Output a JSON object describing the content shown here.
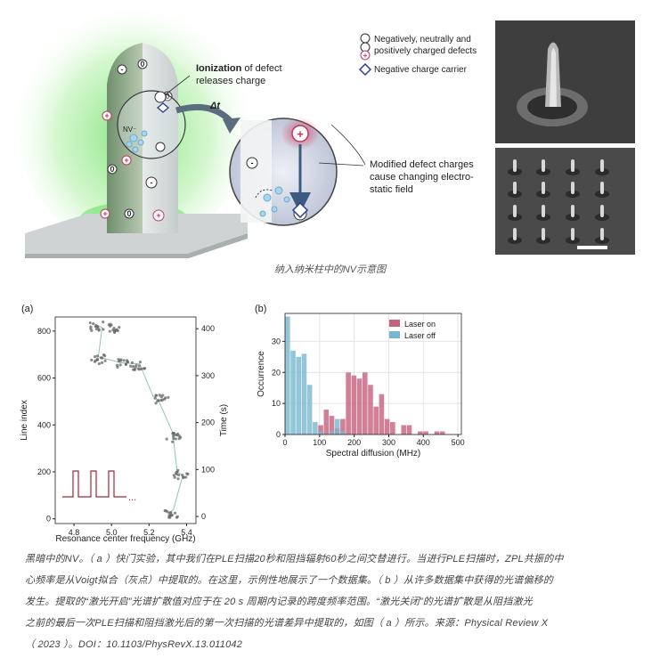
{
  "schematic": {
    "legend": {
      "defects": "Negatively, neutrally and\npositively charged defects",
      "carrier": "Negative charge carrier"
    },
    "ionization_bold": "Ionization",
    "ionization_rest": " of defect",
    "ionization_line2": "releases charge",
    "delta_t": "Δt",
    "nv_label": "NV⁻",
    "modified_label": "Modified defect charges\ncause changing electro-\nstatic field"
  },
  "top_caption": "纳入纳米柱中的NV示意图",
  "chart_data": [
    {
      "panel": "(a)",
      "type": "scatter",
      "xlabel": "Resonance center frequency (GHz)",
      "ylabel": "Line index",
      "y2label": "Time (s)",
      "xticks": [
        "4.8",
        "5.0",
        "5.2",
        "5.4"
      ],
      "yticks": [
        "0",
        "200",
        "400",
        "600",
        "800"
      ],
      "y2ticks": [
        "0",
        "100",
        "200",
        "300",
        "400"
      ],
      "xlim": [
        4.7,
        5.45
      ],
      "ylim": [
        -20,
        860
      ],
      "clusters": [
        {
          "x": 4.92,
          "y": 820
        },
        {
          "x": 5.02,
          "y": 810
        },
        {
          "x": 4.93,
          "y": 680
        },
        {
          "x": 5.07,
          "y": 660
        },
        {
          "x": 5.15,
          "y": 655
        },
        {
          "x": 5.27,
          "y": 510
        },
        {
          "x": 5.33,
          "y": 345
        },
        {
          "x": 5.37,
          "y": 190
        },
        {
          "x": 5.32,
          "y": 25
        }
      ],
      "trace_line": [
        [
          4.91,
          830
        ],
        [
          4.95,
          815
        ],
        [
          4.93,
          690
        ],
        [
          5.05,
          665
        ],
        [
          5.15,
          660
        ],
        [
          5.22,
          525
        ],
        [
          5.25,
          505
        ],
        [
          5.33,
          360
        ],
        [
          5.33,
          340
        ],
        [
          5.35,
          200
        ],
        [
          5.38,
          185
        ],
        [
          5.33,
          40
        ],
        [
          5.3,
          20
        ]
      ],
      "inset_pulse": "▁▇▁▇▁▇▁…"
    },
    {
      "panel": "(b)",
      "type": "bar",
      "xlabel": "Spectral diffusion (MHz)",
      "ylabel": "Occurrence",
      "xticks": [
        "0",
        "100",
        "200",
        "300",
        "400",
        "500"
      ],
      "yticks": [
        "0",
        "10",
        "20",
        "30"
      ],
      "xlim": [
        0,
        510
      ],
      "ylim": [
        0,
        39
      ],
      "bin_width": 16,
      "series": [
        {
          "name": "Laser on",
          "color": "#c7607d",
          "bins": [
            96,
            112,
            128,
            144,
            160,
            176,
            192,
            208,
            224,
            240,
            256,
            272,
            288,
            304,
            320,
            336,
            352,
            368,
            384,
            400,
            416,
            432,
            448
          ],
          "values": [
            3,
            8,
            6,
            2,
            5,
            20,
            19,
            18,
            20,
            16,
            9,
            13,
            5,
            4,
            0,
            3,
            3,
            0,
            1,
            1,
            0,
            1,
            1
          ]
        },
        {
          "name": "Laser off",
          "color": "#78b8cf",
          "bins": [
            0,
            16,
            32,
            48,
            64,
            80,
            96,
            112,
            128,
            144,
            160
          ],
          "values": [
            38,
            27,
            25,
            26,
            16,
            4,
            1,
            0,
            1,
            5,
            1
          ]
        }
      ]
    }
  ],
  "caption_lines": [
    "黑暗中的NV。（ a ）快门实验，其中我们在PLE扫描20秒和阻挡辐射60秒之间交替进行。当进行PLE扫描时，ZPL共振的中",
    "心频率是从Voigt拟合（灰点）中提取的。在这里，示例性地展示了一个数据集。（ b ）从许多数据集中获得的光谱偏移的",
    "发生。提取的“激光开启”光谱扩散值对应于在 20 s 周期内记录的跨度频率范围。“激光关闭”的光谱扩散是从阻挡激光",
    "之前的最后一次PLE扫描和阻挡激光后的第一次扫描的光谱差异中提取的，如图（ a ）所示。来源：Physical Review X",
    "（ 2023 ）。DOI：10.1103/PhysRevX.13.011042"
  ]
}
